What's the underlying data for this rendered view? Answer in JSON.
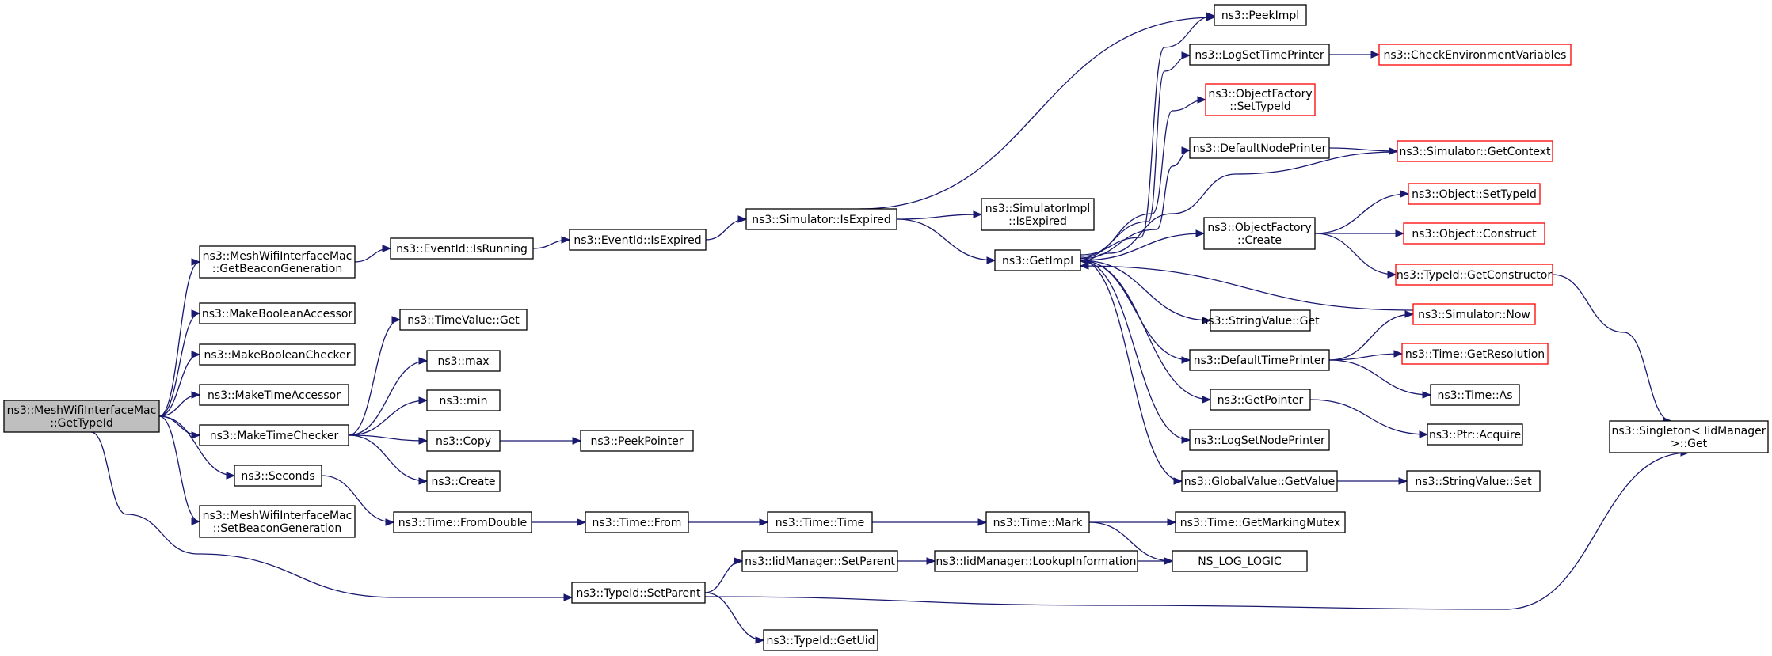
{
  "graph": {
    "colors": {
      "edge": "#191970",
      "node_border": "#000000",
      "node_border_incomplete": "#ff0000",
      "root_fill": "#bfbfbf",
      "node_fill": "#ffffff"
    },
    "nodes": [
      {
        "id": "root",
        "lines": [
          "ns3::MeshWifiInterfaceMac",
          "::GetTypeId"
        ],
        "style": "root"
      },
      {
        "id": "getBeaconGen",
        "lines": [
          "ns3::MeshWifiInterfaceMac",
          "::GetBeaconGeneration"
        ]
      },
      {
        "id": "makeBoolAcc",
        "lines": [
          "ns3::MakeBooleanAccessor"
        ]
      },
      {
        "id": "makeBoolChk",
        "lines": [
          "ns3::MakeBooleanChecker"
        ]
      },
      {
        "id": "makeTimeAcc",
        "lines": [
          "ns3::MakeTimeAccessor"
        ]
      },
      {
        "id": "makeTimeChk",
        "lines": [
          "ns3::MakeTimeChecker"
        ]
      },
      {
        "id": "seconds",
        "lines": [
          "ns3::Seconds"
        ]
      },
      {
        "id": "setBeaconGen",
        "lines": [
          "ns3::MeshWifiInterfaceMac",
          "::SetBeaconGeneration"
        ]
      },
      {
        "id": "typeIdSetParent",
        "lines": [
          "ns3::TypeId::SetParent"
        ]
      },
      {
        "id": "eventIsRunning",
        "lines": [
          "ns3::EventId::IsRunning"
        ]
      },
      {
        "id": "timeValueGet",
        "lines": [
          "ns3::TimeValue::Get"
        ]
      },
      {
        "id": "max",
        "lines": [
          "ns3::max"
        ]
      },
      {
        "id": "min",
        "lines": [
          "ns3::min"
        ]
      },
      {
        "id": "copy",
        "lines": [
          "ns3::Copy"
        ]
      },
      {
        "id": "create",
        "lines": [
          "ns3::Create"
        ]
      },
      {
        "id": "timeFromDouble",
        "lines": [
          "ns3::Time::FromDouble"
        ]
      },
      {
        "id": "eventIsExpired",
        "lines": [
          "ns3::EventId::IsExpired"
        ]
      },
      {
        "id": "peekPointer",
        "lines": [
          "ns3::PeekPointer"
        ]
      },
      {
        "id": "timeFrom",
        "lines": [
          "ns3::Time::From"
        ]
      },
      {
        "id": "iidSetParent",
        "lines": [
          "ns3::IidManager::SetParent"
        ]
      },
      {
        "id": "typeIdGetUid",
        "lines": [
          "ns3::TypeId::GetUid"
        ]
      },
      {
        "id": "simIsExpired",
        "lines": [
          "ns3::Simulator::IsExpired"
        ]
      },
      {
        "id": "timeTime",
        "lines": [
          "ns3::Time::Time"
        ]
      },
      {
        "id": "iidLookup",
        "lines": [
          "ns3::IidManager::LookupInformation"
        ]
      },
      {
        "id": "simImplIsExpired",
        "lines": [
          "ns3::SimulatorImpl",
          "::IsExpired"
        ]
      },
      {
        "id": "getImpl",
        "lines": [
          "ns3::GetImpl"
        ]
      },
      {
        "id": "timeMark",
        "lines": [
          "ns3::Time::Mark"
        ]
      },
      {
        "id": "peekImpl",
        "lines": [
          "ns3::PeekImpl"
        ]
      },
      {
        "id": "logSetTimePrinter",
        "lines": [
          "ns3::LogSetTimePrinter"
        ]
      },
      {
        "id": "objFactSetTypeId",
        "lines": [
          "ns3::ObjectFactory",
          "::SetTypeId"
        ],
        "style": "red"
      },
      {
        "id": "defaultNodePrinter",
        "lines": [
          "ns3::DefaultNodePrinter"
        ]
      },
      {
        "id": "objFactCreate",
        "lines": [
          "ns3::ObjectFactory",
          "::Create"
        ]
      },
      {
        "id": "stringValueGet",
        "lines": [
          "ns3::StringValue::Get"
        ]
      },
      {
        "id": "defaultTimePrinter",
        "lines": [
          "ns3::DefaultTimePrinter"
        ]
      },
      {
        "id": "getPointer",
        "lines": [
          "ns3::GetPointer"
        ]
      },
      {
        "id": "logSetNodePrinter",
        "lines": [
          "ns3::LogSetNodePrinter"
        ]
      },
      {
        "id": "globalValueGetValue",
        "lines": [
          "ns3::GlobalValue::GetValue"
        ]
      },
      {
        "id": "getMarkingMutex",
        "lines": [
          "ns3::Time::GetMarkingMutex"
        ]
      },
      {
        "id": "nsLogLogic",
        "lines": [
          "NS_LOG_LOGIC"
        ]
      },
      {
        "id": "checkEnvVars",
        "lines": [
          "ns3::CheckEnvironmentVariables"
        ],
        "style": "red"
      },
      {
        "id": "simGetContext",
        "lines": [
          "ns3::Simulator::GetContext"
        ],
        "style": "red"
      },
      {
        "id": "objSetTypeId",
        "lines": [
          "ns3::Object::SetTypeId"
        ],
        "style": "red"
      },
      {
        "id": "objConstruct",
        "lines": [
          "ns3::Object::Construct"
        ],
        "style": "red"
      },
      {
        "id": "typeIdGetConstructor",
        "lines": [
          "ns3::TypeId::GetConstructor"
        ],
        "style": "red"
      },
      {
        "id": "simNow",
        "lines": [
          "ns3::Simulator::Now"
        ],
        "style": "red"
      },
      {
        "id": "timeGetResolution",
        "lines": [
          "ns3::Time::GetResolution"
        ],
        "style": "red"
      },
      {
        "id": "timeAs",
        "lines": [
          "ns3::Time::As"
        ]
      },
      {
        "id": "ptrAcquire",
        "lines": [
          "ns3::Ptr::Acquire"
        ]
      },
      {
        "id": "stringValueSet",
        "lines": [
          "ns3::StringValue::Set"
        ]
      },
      {
        "id": "singletonGet",
        "lines": [
          "ns3::Singleton< IidManager",
          " >::Get"
        ]
      }
    ],
    "edges": [
      [
        "root",
        "getBeaconGen"
      ],
      [
        "root",
        "makeBoolAcc"
      ],
      [
        "root",
        "makeBoolChk"
      ],
      [
        "root",
        "makeTimeAcc"
      ],
      [
        "root",
        "makeTimeChk"
      ],
      [
        "root",
        "seconds"
      ],
      [
        "root",
        "setBeaconGen"
      ],
      [
        "root",
        "typeIdSetParent"
      ],
      [
        "getBeaconGen",
        "eventIsRunning"
      ],
      [
        "eventIsRunning",
        "eventIsExpired"
      ],
      [
        "eventIsExpired",
        "simIsExpired"
      ],
      [
        "simIsExpired",
        "simImplIsExpired"
      ],
      [
        "simIsExpired",
        "getImpl"
      ],
      [
        "simIsExpired",
        "peekImpl"
      ],
      [
        "makeTimeChk",
        "timeValueGet"
      ],
      [
        "makeTimeChk",
        "max"
      ],
      [
        "makeTimeChk",
        "min"
      ],
      [
        "makeTimeChk",
        "copy"
      ],
      [
        "makeTimeChk",
        "create"
      ],
      [
        "copy",
        "peekPointer"
      ],
      [
        "seconds",
        "timeFromDouble"
      ],
      [
        "timeFromDouble",
        "timeFrom"
      ],
      [
        "timeFrom",
        "timeTime"
      ],
      [
        "timeTime",
        "timeMark"
      ],
      [
        "timeMark",
        "getMarkingMutex"
      ],
      [
        "timeMark",
        "nsLogLogic"
      ],
      [
        "typeIdSetParent",
        "iidSetParent"
      ],
      [
        "typeIdSetParent",
        "typeIdGetUid"
      ],
      [
        "typeIdSetParent",
        "singletonGet"
      ],
      [
        "iidSetParent",
        "iidLookup"
      ],
      [
        "iidLookup",
        "nsLogLogic"
      ],
      [
        "getImpl",
        "peekImpl"
      ],
      [
        "getImpl",
        "logSetTimePrinter"
      ],
      [
        "getImpl",
        "objFactSetTypeId"
      ],
      [
        "getImpl",
        "defaultNodePrinter"
      ],
      [
        "getImpl",
        "objFactCreate"
      ],
      [
        "getImpl",
        "stringValueGet"
      ],
      [
        "getImpl",
        "defaultTimePrinter"
      ],
      [
        "getImpl",
        "getPointer"
      ],
      [
        "getImpl",
        "logSetNodePrinter"
      ],
      [
        "getImpl",
        "globalValueGetValue"
      ],
      [
        "logSetTimePrinter",
        "checkEnvVars"
      ],
      [
        "defaultNodePrinter",
        "simGetContext"
      ],
      [
        "simGetContext",
        "getImpl"
      ],
      [
        "objFactCreate",
        "objSetTypeId"
      ],
      [
        "objFactCreate",
        "objConstruct"
      ],
      [
        "objFactCreate",
        "typeIdGetConstructor"
      ],
      [
        "typeIdGetConstructor",
        "singletonGet"
      ],
      [
        "simNow",
        "getImpl"
      ],
      [
        "defaultTimePrinter",
        "simNow"
      ],
      [
        "defaultTimePrinter",
        "timeGetResolution"
      ],
      [
        "defaultTimePrinter",
        "timeAs"
      ],
      [
        "getPointer",
        "ptrAcquire"
      ],
      [
        "globalValueGetValue",
        "stringValueSet"
      ]
    ]
  }
}
